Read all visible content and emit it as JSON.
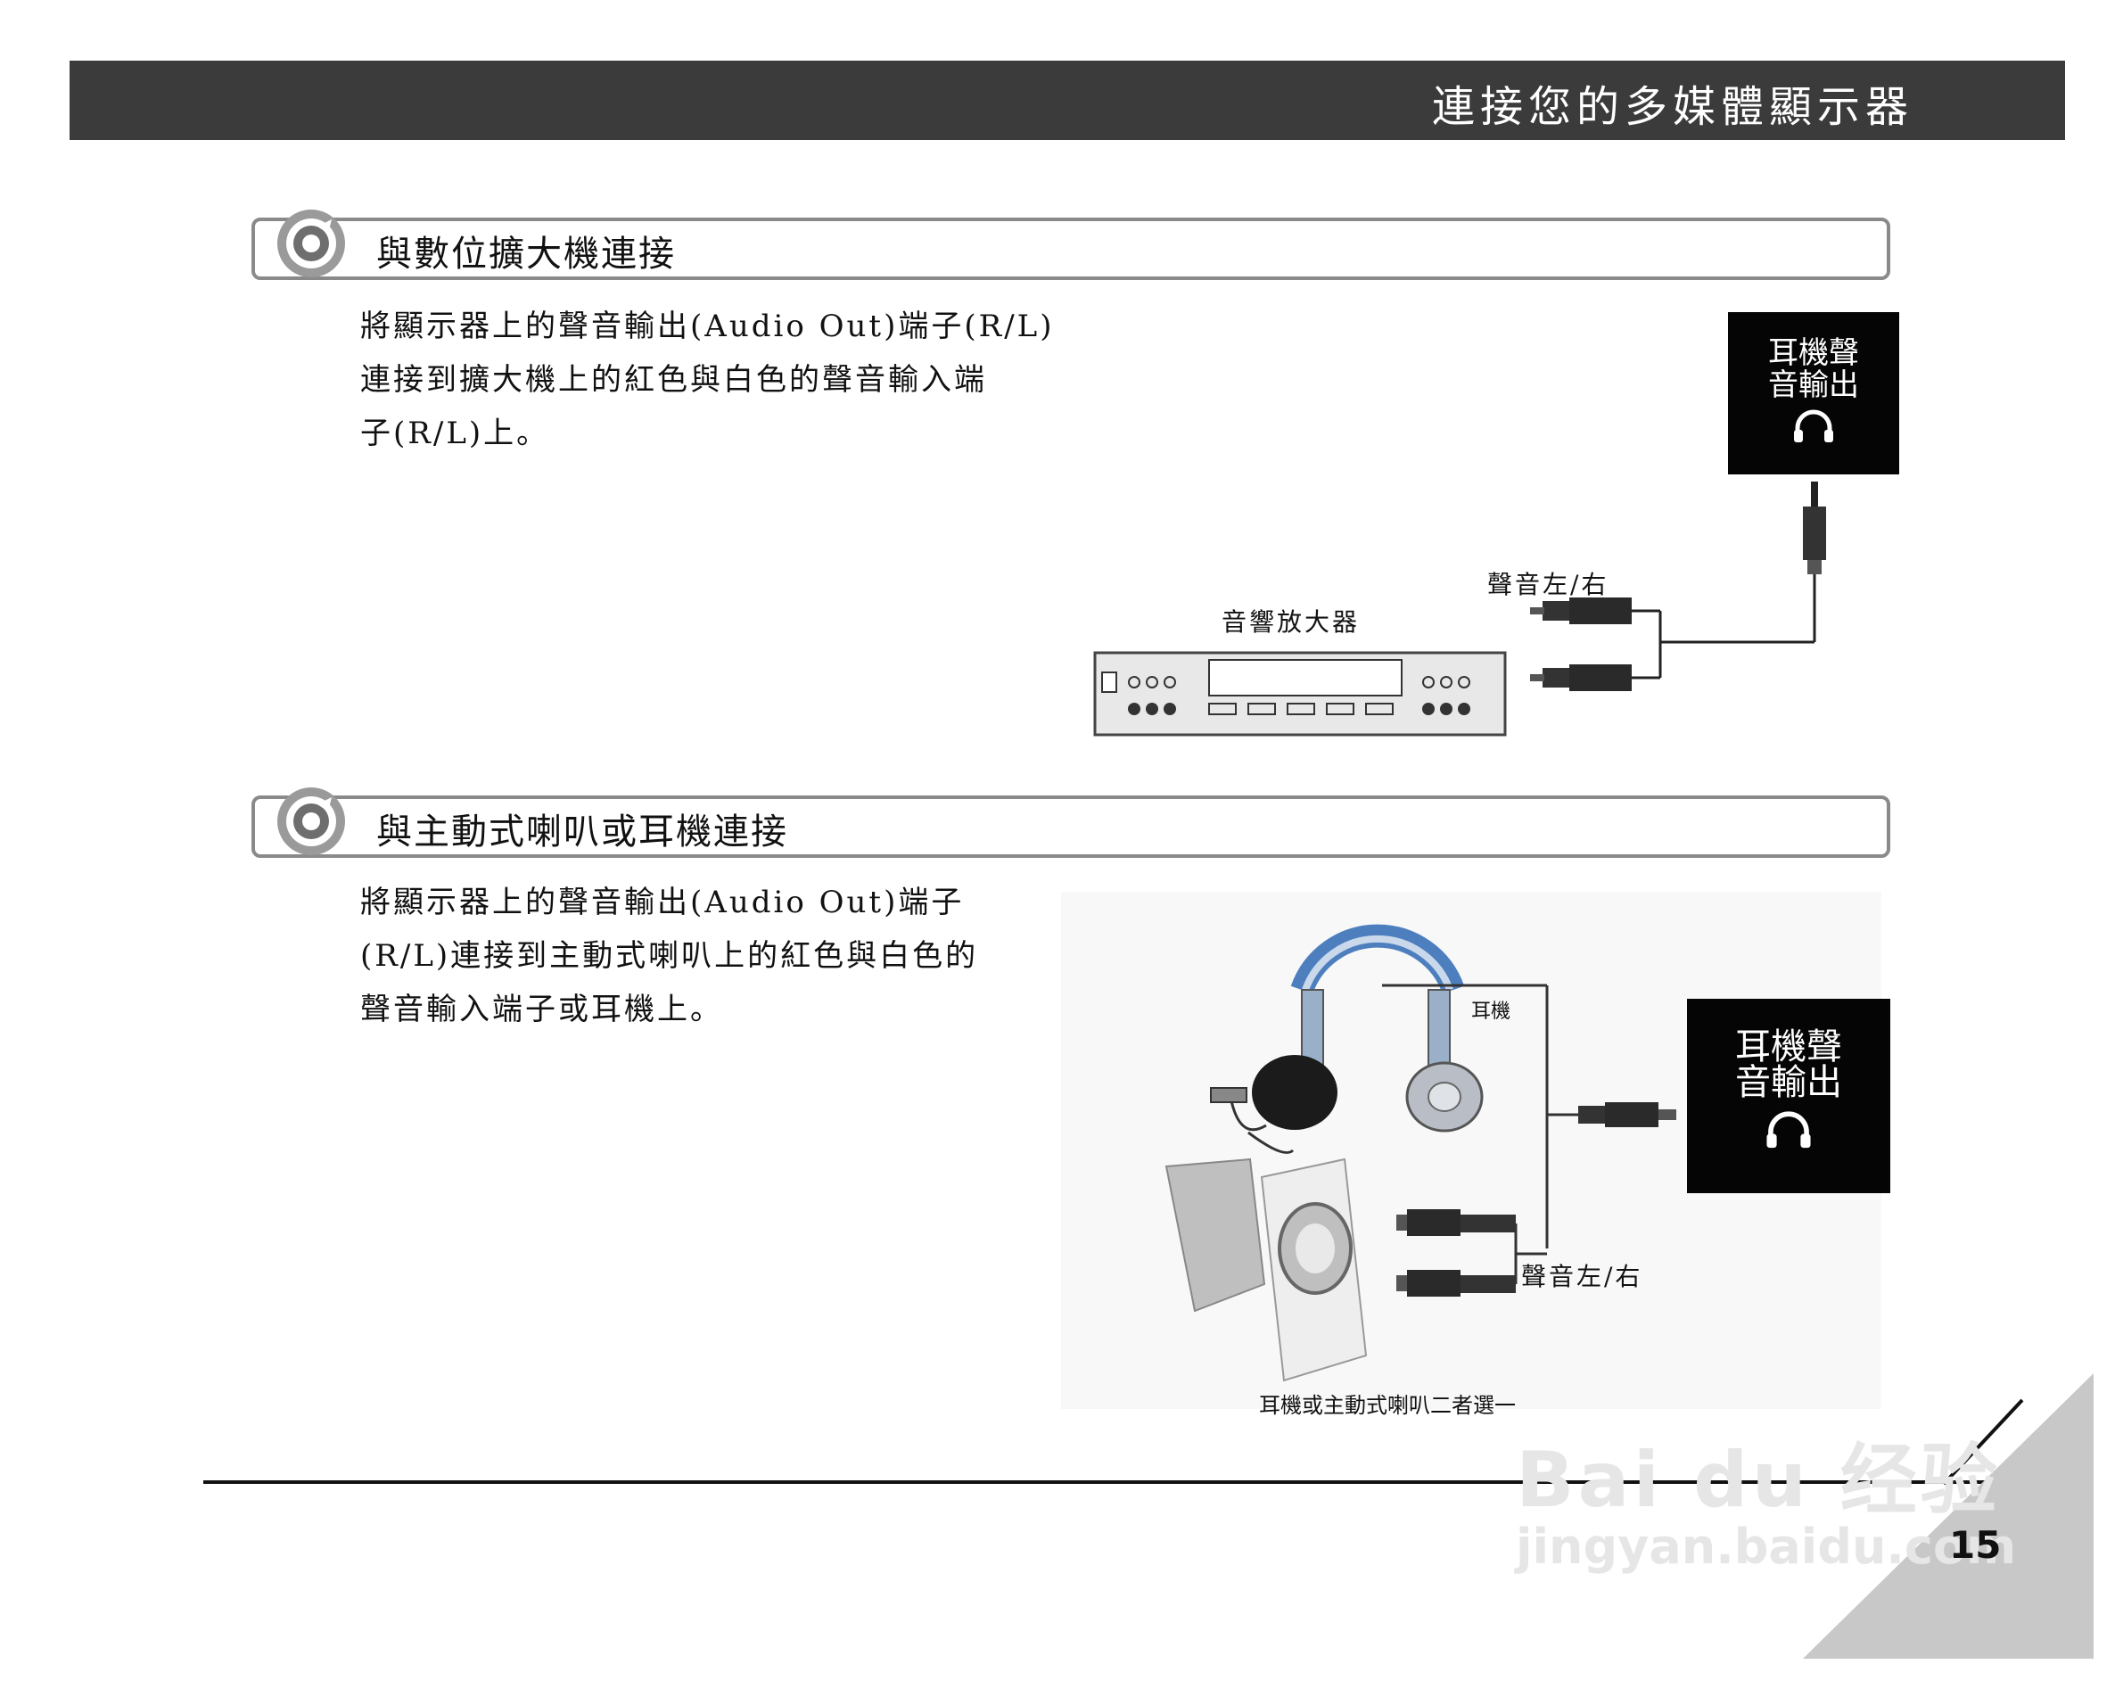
{
  "header": {
    "title": "連接您的多媒體顯示器"
  },
  "section1": {
    "title": "與數位擴大機連接",
    "lines": [
      "將顯示器上的聲音輸出(Audio  Out)端子(R/L)",
      "連接到擴大機上的紅色與白色的聲音輸入端",
      "子(R/L)上。"
    ],
    "amp_label": "音響放大器",
    "audio_lr_label": "聲音左/右",
    "output_box": [
      "耳機聲",
      "音輸出"
    ]
  },
  "section2": {
    "title": "與主動式喇叭或耳機連接",
    "lines": [
      "將顯示器上的聲音輸出(Audio  Out)端子",
      "(R/L)連接到主動式喇叭上的紅色與白色的",
      "聲音輸入端子或耳機上。"
    ],
    "headphone_label": "耳機",
    "audio_lr_label": "聲音左/右",
    "caption": "耳機或主動式喇叭二者選一",
    "output_box": [
      "耳機聲",
      "音輸出"
    ]
  },
  "footer": {
    "page_number": "15"
  },
  "watermark": {
    "line1": "Bai du 经验",
    "line2": "jingyan.baidu.com"
  },
  "colors": {
    "header_bg": "#3b3b3b",
    "section_border": "#8a8a8a",
    "corner_gray": "#c8c8c8"
  }
}
